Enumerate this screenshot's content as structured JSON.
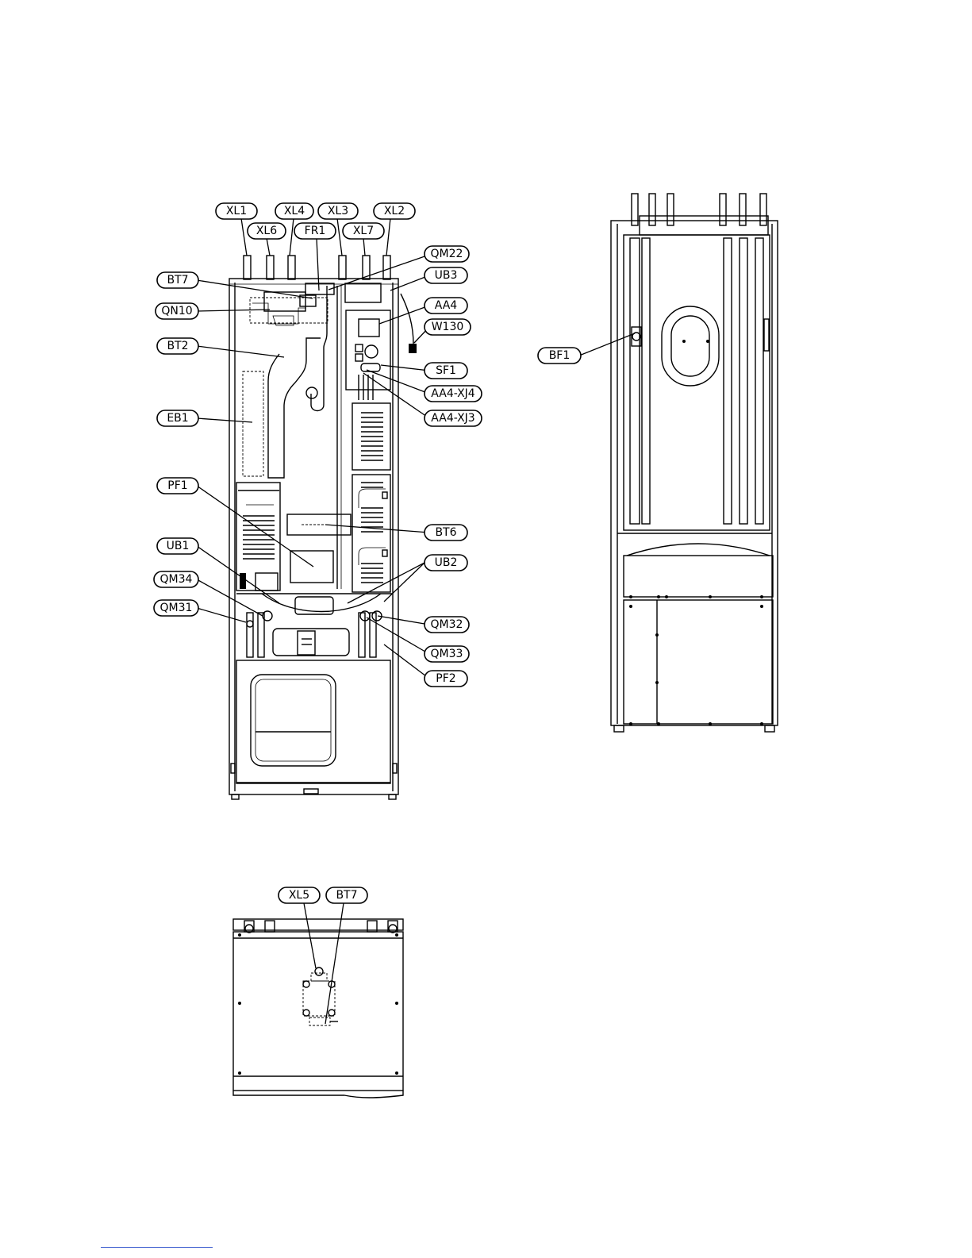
{
  "front_view": {
    "labels": [
      "XL1",
      "XL4",
      "XL3",
      "XL2",
      "XL6",
      "FR1",
      "XL7",
      "QM22",
      "BT7",
      "UB3",
      "QN10",
      "AA4",
      "W130",
      "BT2",
      "SF1",
      "AA4-XJ4",
      "EB1",
      "AA4-XJ3",
      "PF1",
      "BT6",
      "UB1",
      "UB2",
      "QM34",
      "QM31",
      "QM32",
      "QM33",
      "PF2"
    ]
  },
  "side_view": {
    "labels": [
      "BF1"
    ]
  },
  "top_view": {
    "labels": [
      "XL5",
      "BT7"
    ]
  }
}
